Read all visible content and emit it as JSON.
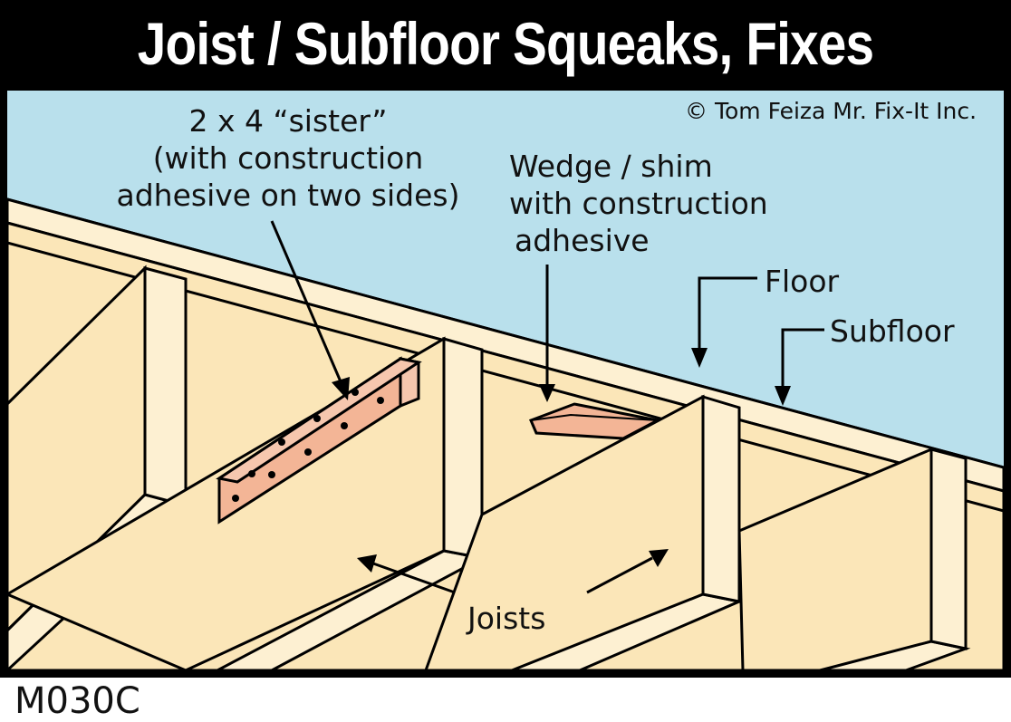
{
  "title": "Joist / Subfloor Squeaks, Fixes",
  "copyright": "© Tom Feiza Mr. Fix-It Inc.",
  "labels": {
    "sister": [
      "2 x 4 “sister”",
      "(with construction",
      "adhesive on two sides)"
    ],
    "wedge": [
      "Wedge / shim",
      "with construction",
      "adhesive"
    ],
    "floor": "Floor",
    "subfloor": "Subfloor",
    "joists": "Joists"
  },
  "code": "M030C",
  "colors": {
    "sky": "#b9e0ec",
    "wood": "#fbe6b8",
    "wood_light": "#fdf0d2",
    "sister": "#f3b596",
    "outline": "#000000"
  }
}
